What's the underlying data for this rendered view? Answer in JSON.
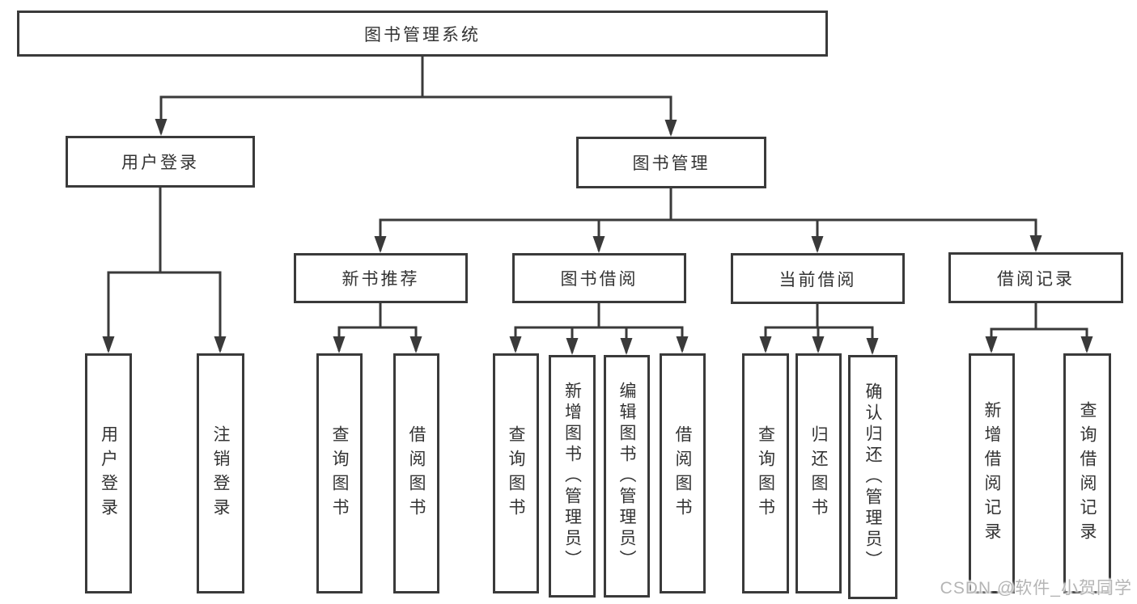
{
  "diagram": {
    "type": "tree",
    "root": {
      "label": "图书管理系统",
      "children": [
        {
          "label": "用户登录",
          "children": [
            {
              "label": "用户登录"
            },
            {
              "label": "注销登录"
            }
          ]
        },
        {
          "label": "图书管理",
          "children": [
            {
              "label": "新书推荐",
              "children": [
                {
                  "label": "查询图书"
                },
                {
                  "label": "借阅图书"
                }
              ]
            },
            {
              "label": "图书借阅",
              "children": [
                {
                  "label": "查询图书"
                },
                {
                  "label": "新增图书（管理员）"
                },
                {
                  "label": "编辑图书（管理员）"
                },
                {
                  "label": "借阅图书"
                }
              ]
            },
            {
              "label": "当前借阅",
              "children": [
                {
                  "label": "查询图书"
                },
                {
                  "label": "归还图书"
                },
                {
                  "label": "确认归还（管理员）"
                }
              ]
            },
            {
              "label": "借阅记录",
              "children": [
                {
                  "label": "新增借阅记录"
                },
                {
                  "label": "查询借阅记录"
                }
              ]
            }
          ]
        }
      ]
    }
  },
  "watermark": {
    "text": "CSDN @软件_小贺同学"
  },
  "colors": {
    "line": "#3a3a3a",
    "text": "#333333",
    "background": "#ffffff",
    "watermark": "#b5b5b5"
  }
}
